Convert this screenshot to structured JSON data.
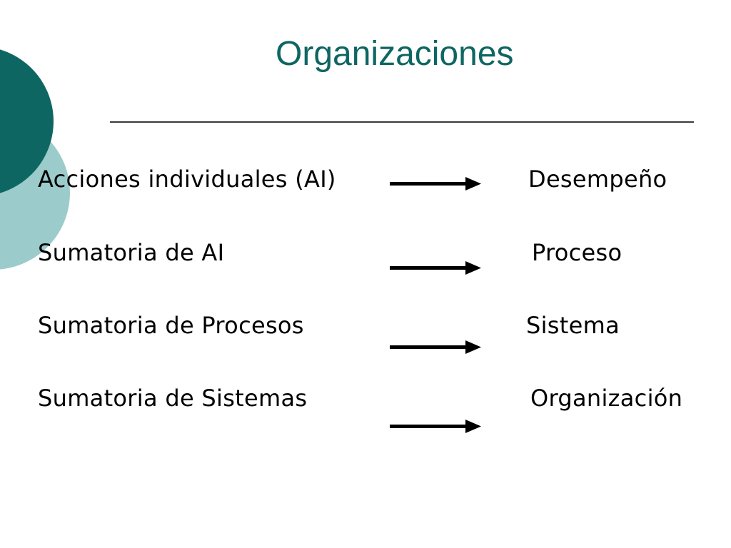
{
  "slide": {
    "title": "Organizaciones",
    "colors": {
      "title": "#0e6662",
      "circle_dark": "#0e6662",
      "circle_light": "#9ccbcb",
      "arrow": "#000000",
      "rule": "#3a3a3a"
    },
    "arrow_icon": "right-arrow-icon",
    "rows": [
      {
        "left": "Acciones individuales (AI)",
        "right": "Desempeño"
      },
      {
        "left": "Sumatoria de AI",
        "right": "Proceso"
      },
      {
        "left": "Sumatoria de Procesos",
        "right": "Sistema"
      },
      {
        "left": "Sumatoria de Sistemas",
        "right": "Organización"
      }
    ]
  }
}
